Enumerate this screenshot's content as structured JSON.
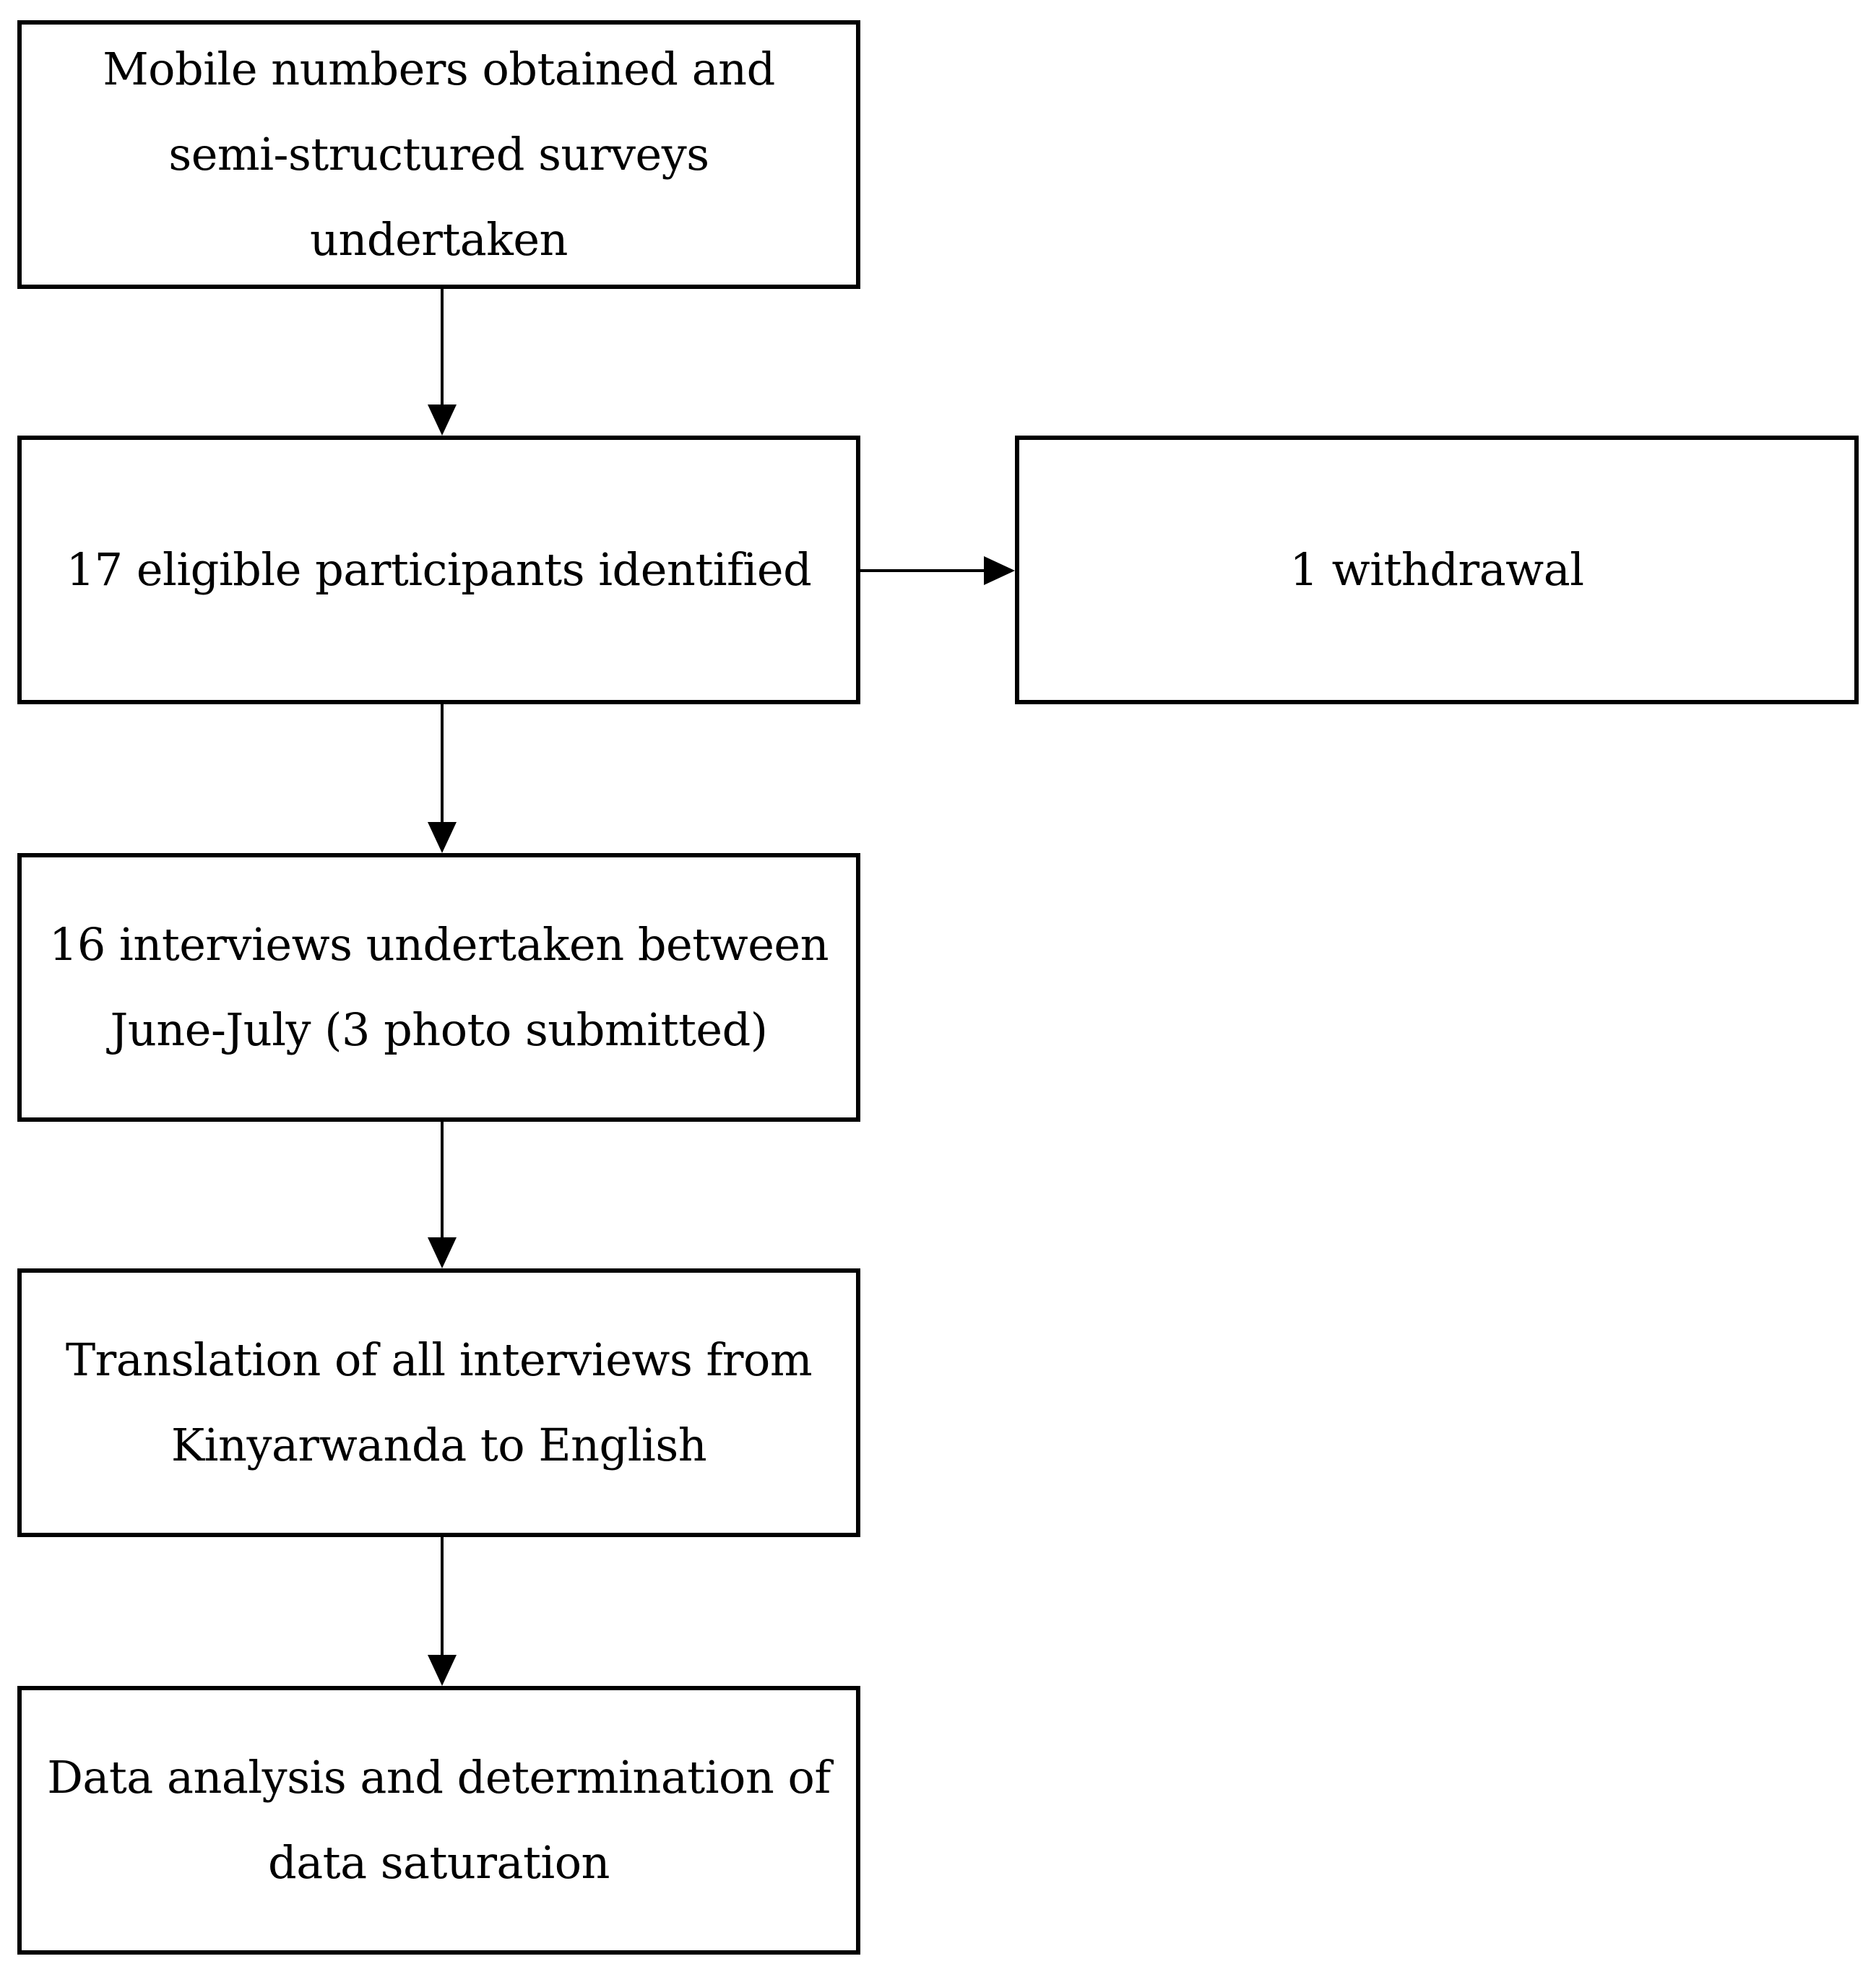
{
  "flowchart": {
    "nodes": [
      {
        "id": "mobile",
        "text": "Mobile numbers obtained and\nsemi-structured surveys\nundertaken"
      },
      {
        "id": "eligible",
        "text": "17 eligible participants identified"
      },
      {
        "id": "withdrawal",
        "text": "1 withdrawal"
      },
      {
        "id": "interviews",
        "text": "16 interviews undertaken between\nJune-July (3 photo submitted)"
      },
      {
        "id": "translation",
        "text": "Translation of all interviews from\nKinyarwanda to English"
      },
      {
        "id": "analysis",
        "text": "Data analysis and determination of\ndata saturation"
      }
    ],
    "edges": [
      {
        "from": "mobile",
        "to": "eligible"
      },
      {
        "from": "eligible",
        "to": "withdrawal"
      },
      {
        "from": "eligible",
        "to": "interviews"
      },
      {
        "from": "interviews",
        "to": "translation"
      },
      {
        "from": "translation",
        "to": "analysis"
      }
    ]
  }
}
